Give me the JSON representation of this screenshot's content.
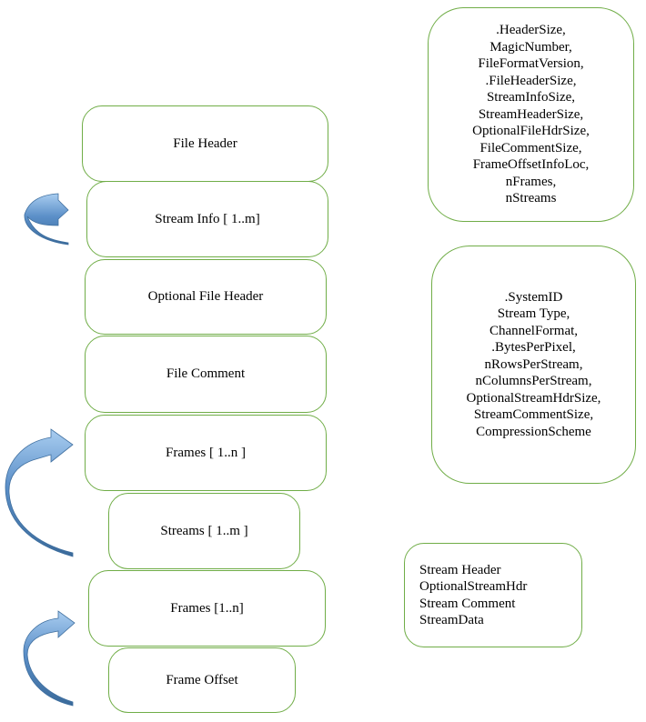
{
  "stack": {
    "file_header": "File Header",
    "stream_info": "Stream Info [ 1..m]",
    "optional_file_header": "Optional File Header",
    "file_comment": "File Comment",
    "frames_top": "Frames [ 1..n ]",
    "streams": "Streams [ 1..m ]",
    "frames_bottom": "Frames [1..n]",
    "frame_offset": "Frame Offset"
  },
  "file_header_fields": [
    ".HeaderSize,",
    "MagicNumber,",
    "FileFormatVersion,",
    ".FileHeaderSize,",
    "StreamInfoSize,",
    "StreamHeaderSize,",
    "OptionalFileHdrSize,",
    "FileCommentSize,",
    "FrameOffsetInfoLoc,",
    "nFrames,",
    "nStreams"
  ],
  "stream_info_fields": [
    ".SystemID",
    "Stream Type,",
    "ChannelFormat,",
    ".BytesPerPixel,",
    "nRowsPerStream,",
    "nColumnsPerStream,",
    "OptionalStreamHdrSize,",
    "StreamCommentSize,",
    "CompressionScheme"
  ],
  "stream_fields": [
    "Stream Header",
    "OptionalStreamHdr",
    "Stream Comment",
    "StreamData"
  ],
  "colors": {
    "border": "#70ad47",
    "arrow_light": "#9dc3e6",
    "arrow_dark": "#41719c"
  }
}
